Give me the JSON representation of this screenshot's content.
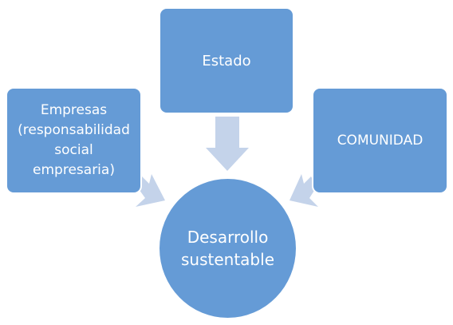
{
  "diagram": {
    "nodes": {
      "left": "Empresas (responsabilidad social empresaria)",
      "top": "Estado",
      "right": "COMUNIDAD",
      "center": "Desarrollo sustentable"
    },
    "colors": {
      "node_fill": "#659bd6",
      "node_text": "#ffffff",
      "arrow_fill": "#c4d3ea"
    }
  }
}
